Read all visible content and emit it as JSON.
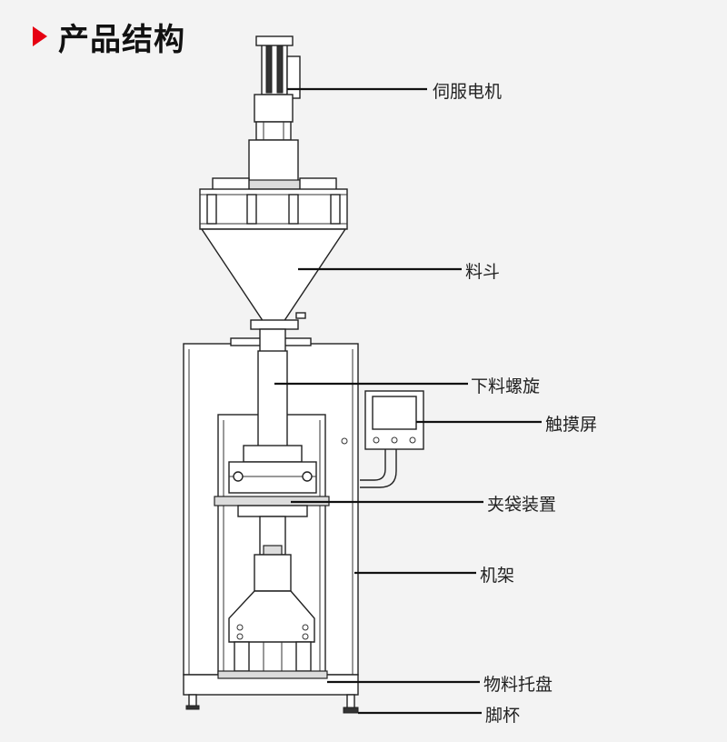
{
  "header": {
    "title": "产品结构"
  },
  "labels": {
    "servo_motor": "伺服电机",
    "hopper": "料斗",
    "feed_screw": "下料螺旋",
    "touch_screen": "触摸屏",
    "bag_clamp": "夹袋装置",
    "frame": "机架",
    "tray": "物料托盘",
    "foot_cup": "脚杯"
  },
  "colors": {
    "accent": "#e60012",
    "line": "#222222",
    "background": "#f3f3f3"
  }
}
